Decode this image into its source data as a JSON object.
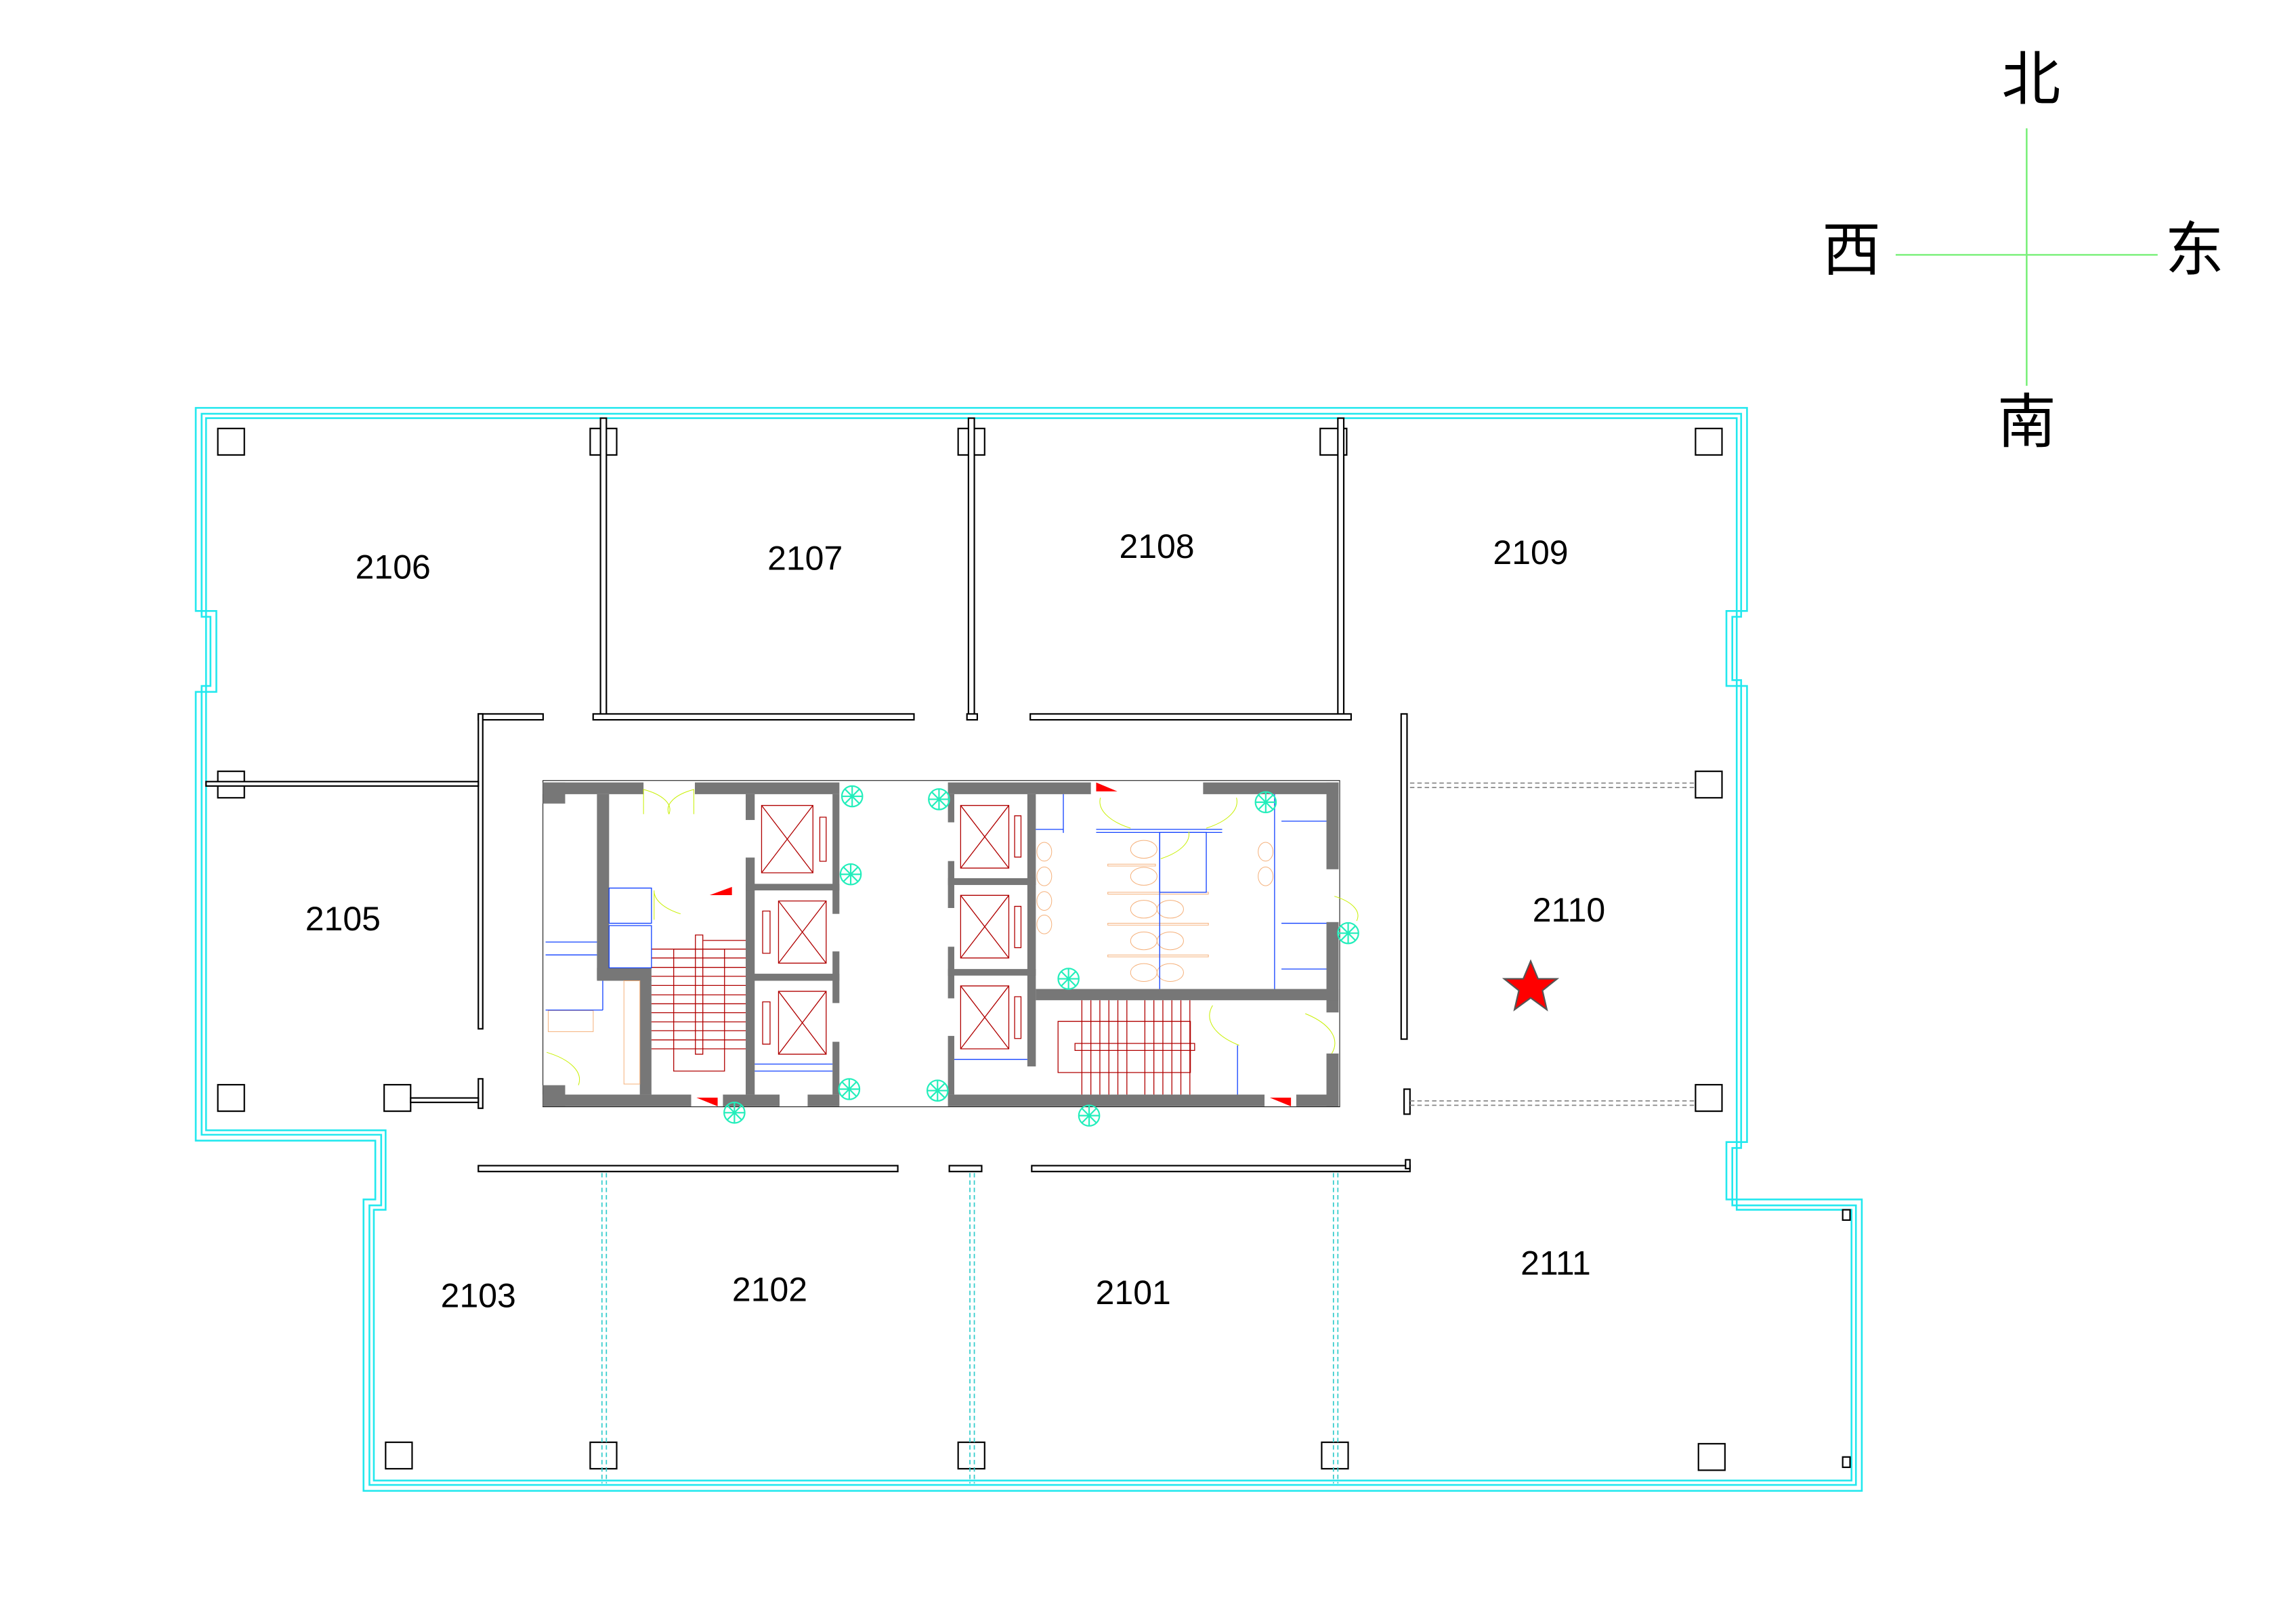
{
  "compass": {
    "north": "北",
    "south": "南",
    "west": "西",
    "east": "东",
    "line_color": "#7cf07c"
  },
  "rooms": {
    "r2106": "2106",
    "r2107": "2107",
    "r2108": "2108",
    "r2109": "2109",
    "r2105": "2105",
    "r2110": "2110",
    "r2103": "2103",
    "r2102": "2102",
    "r2101": "2101",
    "r2111": "2111"
  },
  "marker": {
    "icon": "star-icon",
    "color": "#ff0000",
    "room": "2110"
  },
  "colors": {
    "outer_wall": "#22e8ee",
    "core_wall": "#777777",
    "elevator": "#b00000",
    "hydrant": "#22eebb"
  }
}
